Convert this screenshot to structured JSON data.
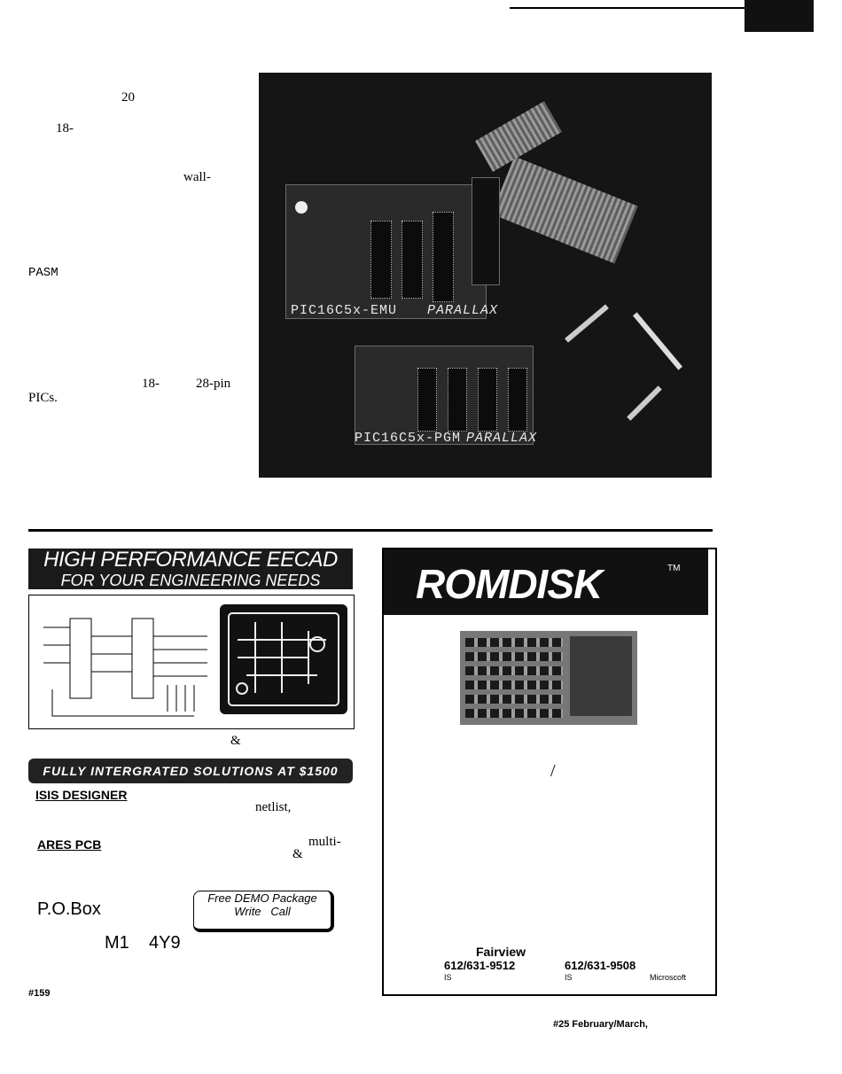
{
  "column_fragments": {
    "num_20": "20",
    "num_18": "18-",
    "wall": "wall-",
    "pasm": "PASM",
    "pin_sizes": "18-",
    "pin_28": "28-pin",
    "pics": "PICs."
  },
  "photo": {
    "emu_label": "PIC16C5x-EMU",
    "emu_brand": "PARALLAX",
    "pgm_label": "PIC16C5x-PGM",
    "pgm_brand": "PARALLAX"
  },
  "eecad_ad": {
    "headline": "HIGH PERFORMANCE EECAD",
    "subheadline": "FOR YOUR ENGINEERING NEEDS",
    "ampersand": "&",
    "solutions_bar": "FULLY INTERGRATED SOLUTIONS AT $1500",
    "isis_label": "ISIS DESIGNER",
    "netlist": "netlist,",
    "ares_label": "ARES PCB",
    "multi": "multi-",
    "ampersand2": "&",
    "pobox": "P.O.Box",
    "postal_a": "M1",
    "postal_b": "4Y9",
    "demo_line1": "Free DEMO Package",
    "demo_line2a": "Write",
    "demo_line2b": "Call",
    "reader_service": "#159"
  },
  "romdisk_ad": {
    "logo": "ROMDISK",
    "trademark": "TM",
    "slash": "/",
    "city": "Fairview",
    "phone1": "612/631-9512",
    "phone2": "612/631-9508",
    "fine_is1": "IS",
    "fine_is2": "IS",
    "fine_ms": "Microscoft"
  },
  "footer": {
    "issue": "#25 February/March,"
  }
}
